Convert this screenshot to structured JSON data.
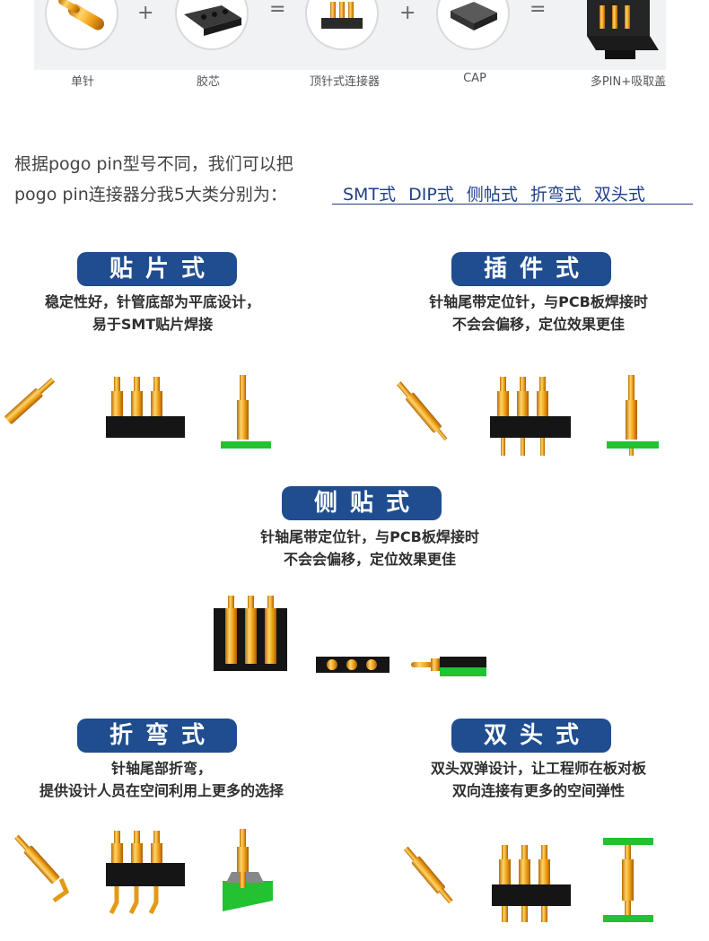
{
  "assembly": {
    "labels": [
      "单针",
      "胶芯",
      "顶针式连接器",
      "CAP",
      "多PIN+吸取盖"
    ],
    "operators": [
      "+",
      "=",
      "+",
      "="
    ]
  },
  "intro": {
    "line1": "根据pogo pin型号不同，我们可以把",
    "line2": "pogo pin连接器分我5大类分别为：",
    "types": "SMT式  DIP式  侧帖式  折弯式  双头式"
  },
  "sections": {
    "smt": {
      "title": "贴片式",
      "desc1": "稳定性好，针管底部为平底设计，",
      "desc2": "易于SMT贴片焊接"
    },
    "dip": {
      "title": "插件式",
      "desc1": "针轴尾带定位针，与PCB板焊接时",
      "desc2": "不会会偏移，定位效果更佳"
    },
    "side": {
      "title": "侧贴式",
      "desc1": "针轴尾带定位针，与PCB板焊接时",
      "desc2": "不会会偏移，定位效果更佳"
    },
    "bent": {
      "title": "折弯式",
      "desc1": "针轴尾部折弯，",
      "desc2": "提供设计人员在空间利用上更多的选择"
    },
    "double": {
      "title": "双头式",
      "desc1": "双头双弹设计，让工程师在板对板",
      "desc2": "双向连接有更多的空间弹性"
    }
  },
  "colors": {
    "pill": "#1f4d8f",
    "gold": "#e39a16",
    "pcb": "#22c232",
    "insulator": "#151515",
    "types_text": "#1f3f88"
  }
}
